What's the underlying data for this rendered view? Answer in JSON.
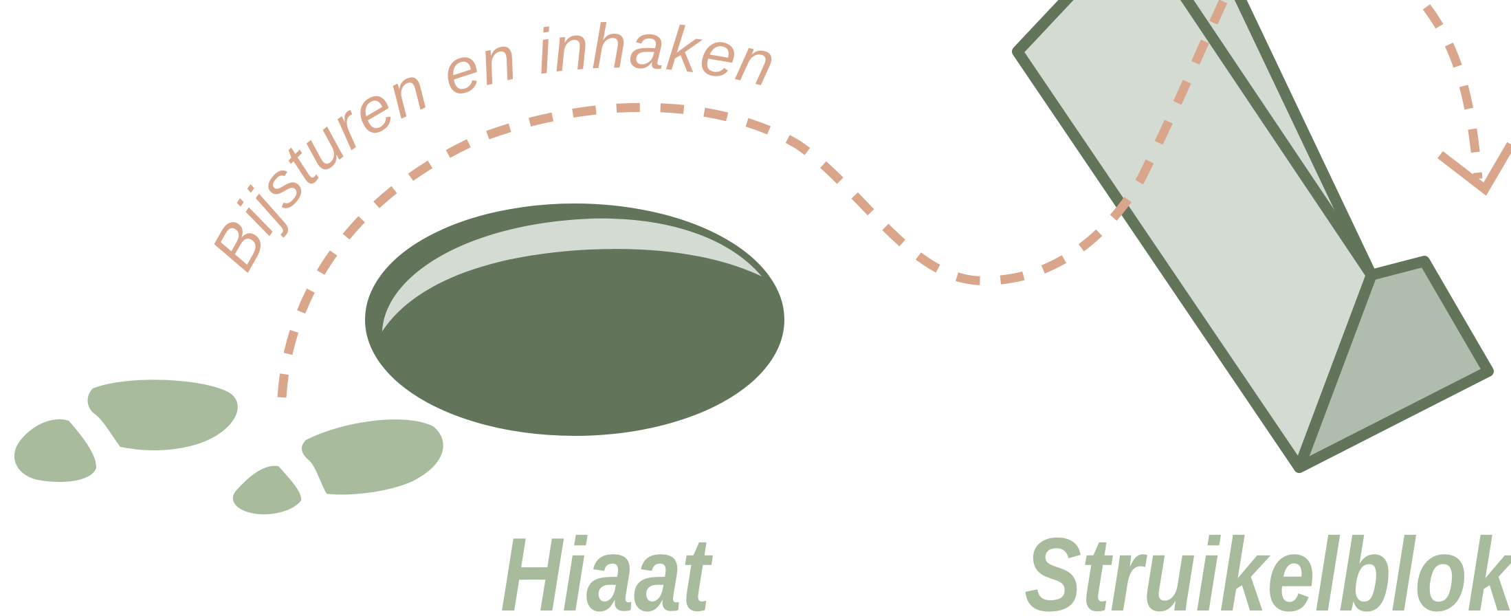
{
  "arc_text": "Bijsturen en inhaken",
  "labels": {
    "gap": "Hiaat",
    "obstacle": "Struikelblok"
  },
  "colors": {
    "path": "#d9a68c",
    "hole": "#62755b",
    "outline": "#62755b",
    "block_face": "#d3dbd3",
    "block_side": "#b0bdae",
    "footprint": "#a8bb9c",
    "label": "#a8bb9c"
  },
  "icons": [
    "footprints-icon",
    "hole-icon",
    "block-icon",
    "dashed-path-arrow"
  ]
}
